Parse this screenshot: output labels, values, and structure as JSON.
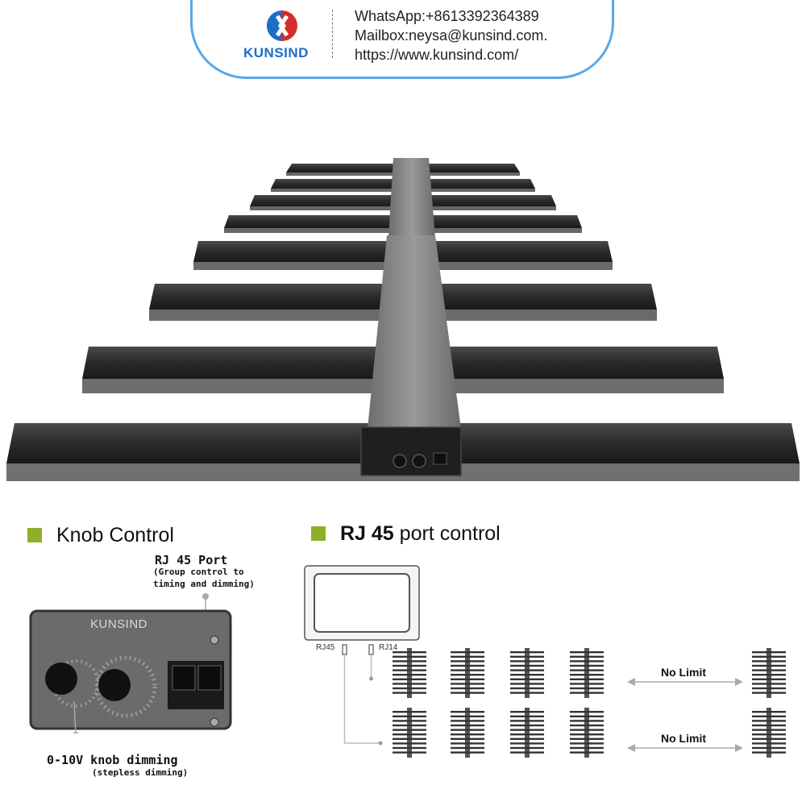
{
  "header": {
    "brand": "KUNSIND",
    "whatsapp": "WhatsApp:+8613392364389",
    "mailbox": "Mailbox:neysa@kunsind.com.",
    "website": "https://www.kunsind.com/"
  },
  "knob_section": {
    "title": "Knob Control",
    "port_title": "RJ 45 Port",
    "port_desc_1": "(Group control to",
    "port_desc_2": "timing and dimming)",
    "panel_brand": "KUNSIND",
    "knob_title": "0-10V knob dimming",
    "knob_desc": "(stepless dimming)"
  },
  "rj45_section": {
    "title_bold": "RJ 45",
    "title_rest": " port control",
    "rj45_label": "RJ45",
    "rj14_label": "RJ14",
    "no_limit_1": "No Limit",
    "no_limit_2": "No Limit"
  },
  "colors": {
    "accent_green": "#8fae2a",
    "header_border": "#5aa8e6",
    "brand_blue": "#1e6ec9",
    "brand_red": "#d62b2b"
  }
}
